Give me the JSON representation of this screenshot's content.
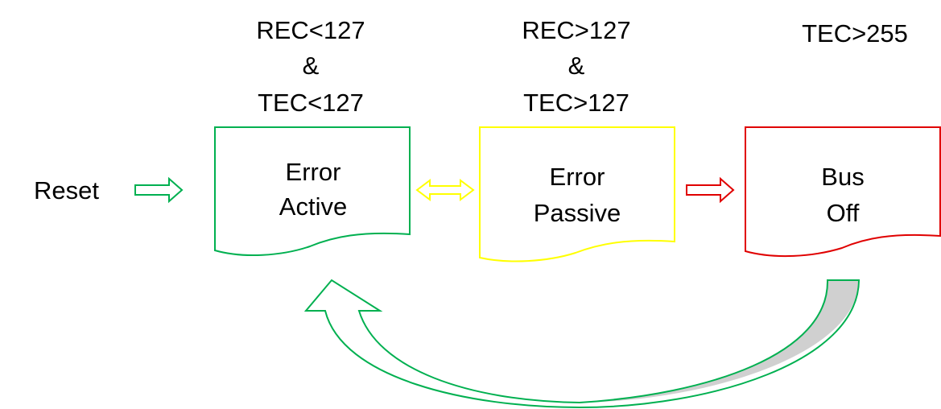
{
  "colors": {
    "active": "#00B050",
    "passive": "#FFFF00",
    "busoff": "#E00000",
    "return_fill": "#D0D0D0",
    "text": "#000000"
  },
  "reset_label": "Reset",
  "states": [
    {
      "line1": "Error",
      "line2": "Active",
      "condition": [
        "REC<127",
        "&",
        "TEC<127"
      ]
    },
    {
      "line1": "Error",
      "line2": "Passive",
      "condition": [
        "REC>127",
        "&",
        "TEC>127"
      ]
    },
    {
      "line1": "Bus",
      "line2": "Off",
      "condition": [
        "TEC>255"
      ]
    }
  ],
  "arrows": [
    {
      "from": "reset",
      "to": "error-active",
      "style": "single"
    },
    {
      "from": "error-active",
      "to": "error-passive",
      "style": "double"
    },
    {
      "from": "error-passive",
      "to": "bus-off",
      "style": "single"
    },
    {
      "from": "bus-off",
      "to": "error-active",
      "style": "curved-return"
    }
  ]
}
